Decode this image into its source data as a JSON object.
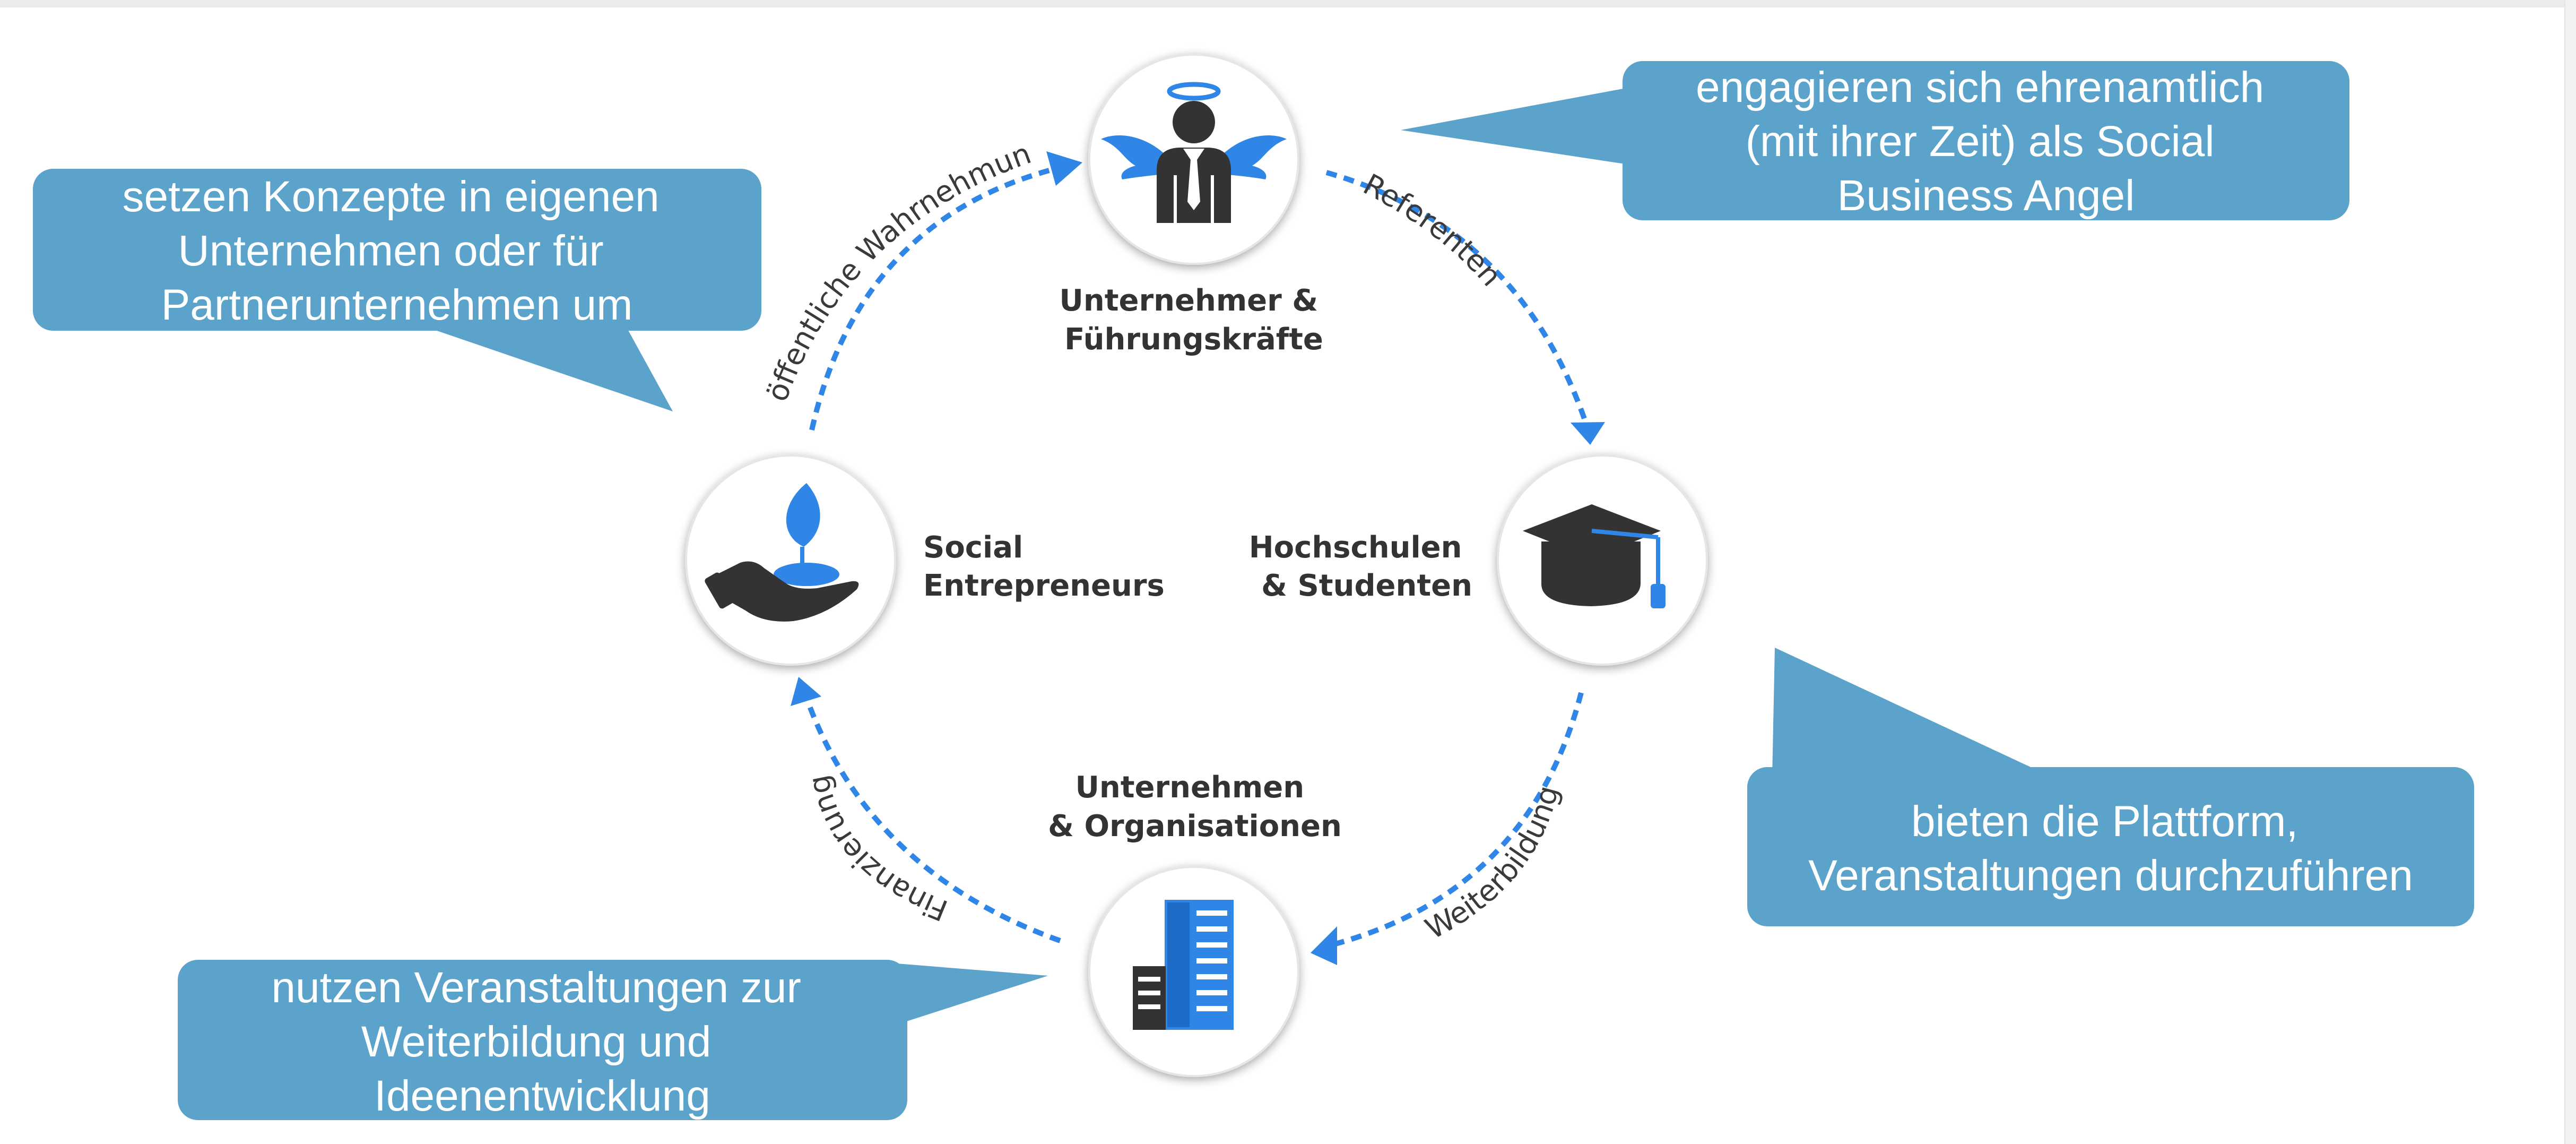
{
  "colors": {
    "callout_fill": "#5ba3cb",
    "arrow": "#2f86e6",
    "icon_dark": "#333333",
    "icon_blue": "#2f86e6",
    "node_label": "#333333"
  },
  "nodes": {
    "top": {
      "line1": "Unternehmer &",
      "line2": "Führungskräfte",
      "icon": "angel-businessman-icon"
    },
    "right": {
      "line1": "Hochschulen",
      "line2": "& Studenten",
      "icon": "graduation-cap-icon"
    },
    "bottom": {
      "line1": "Unternehmen",
      "line2": "& Organisationen",
      "icon": "office-building-icon"
    },
    "left": {
      "line1": "Social",
      "line2": "Entrepreneurs",
      "icon": "hand-plant-icon"
    }
  },
  "arcs": {
    "top_right": "Referenten",
    "right_bottom": "Weiterbildung",
    "bottom_left": "Finanzierung",
    "left_top": "öffentliche Wahrnehmung"
  },
  "callouts": {
    "top_left": [
      "setzen Konzepte in eigenen",
      "Unternehmen oder für",
      "Partnerunternehmen um"
    ],
    "top_right": [
      "engagieren sich ehrenamtlich",
      "(mit ihrer Zeit) als Social",
      "Business Angel"
    ],
    "bottom_right": [
      "bieten die Plattform,",
      "Veranstaltungen durchzuführen"
    ],
    "bottom_left": [
      "nutzen Veranstaltungen zur",
      "Weiterbildung und",
      "Ideenentwicklung"
    ]
  }
}
